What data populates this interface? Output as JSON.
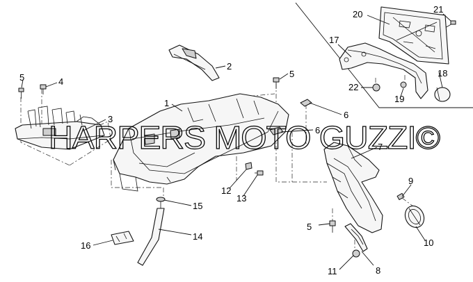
{
  "watermark": "HARPERS MOTO GUZZI©",
  "callouts": [
    "1",
    "2",
    "3",
    "4",
    "5",
    "5",
    "5",
    "6",
    "6",
    "7",
    "8",
    "9",
    "10",
    "11",
    "12",
    "13",
    "14",
    "15",
    "16",
    "17",
    "18",
    "19",
    "20",
    "21",
    "22"
  ]
}
